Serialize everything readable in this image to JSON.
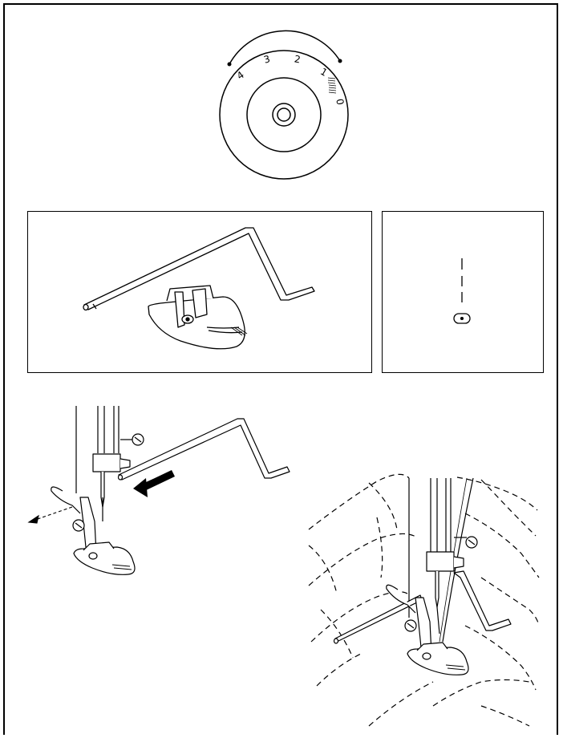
{
  "dial": {
    "labels": [
      "4",
      "3",
      "2",
      "1",
      "0"
    ],
    "selected_range": "1-4",
    "color": "#000000"
  },
  "panels": [
    {
      "content": "quilting-guide-and-presser-foot"
    },
    {
      "content": "stitch-indicator"
    }
  ],
  "icons": [
    "quilting-guide-bar-icon",
    "presser-foot-icon",
    "arrow-icon",
    "needle-icon"
  ]
}
